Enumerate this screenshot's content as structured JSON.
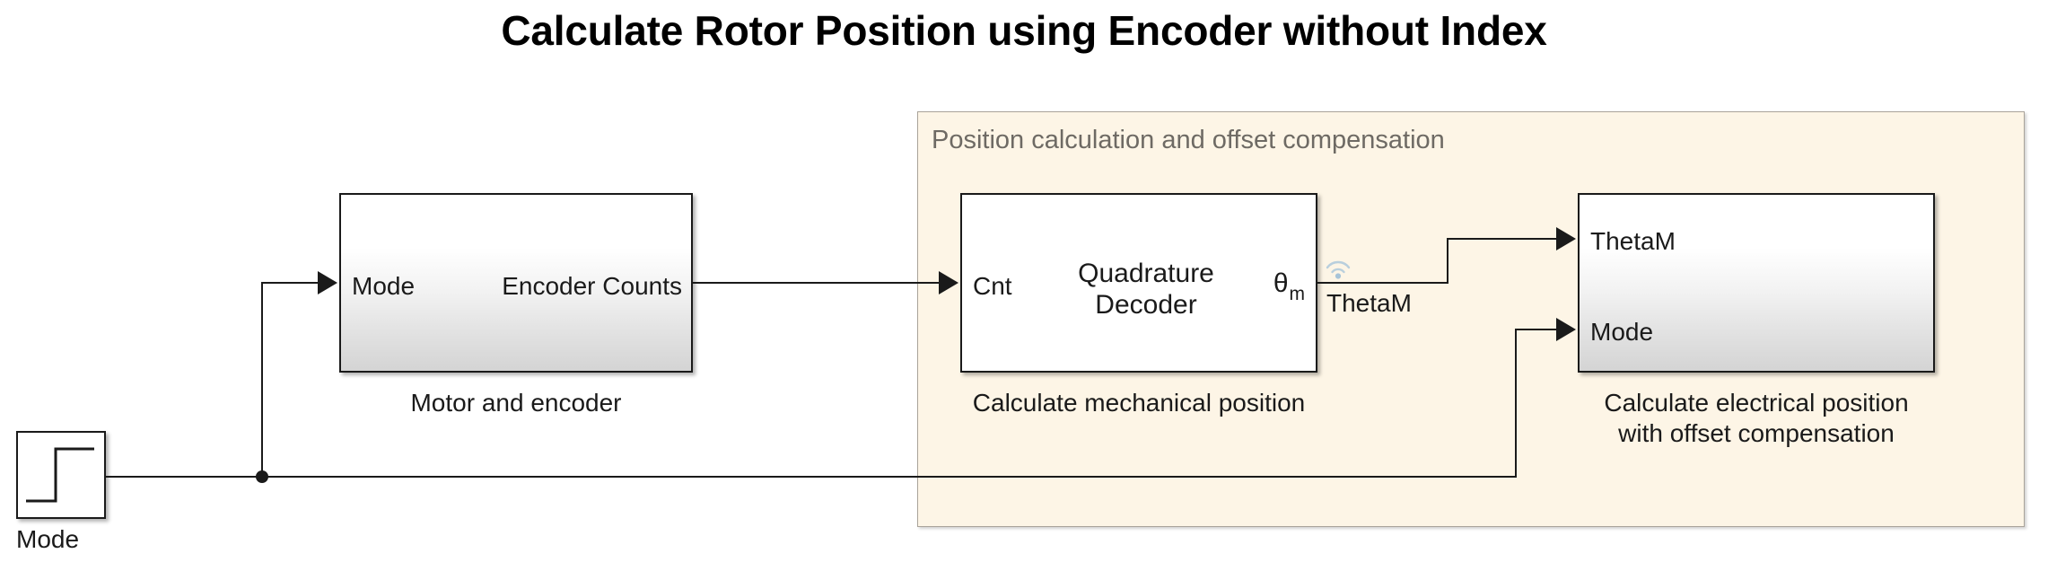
{
  "title": "Calculate Rotor Position using Encoder without Index",
  "colors": {
    "area_background": "#fdf5e6",
    "area_border": "#a9a39a",
    "area_label_text": "#6e6a64",
    "block_border": "#1a1a1a",
    "wire": "#1a1a1a",
    "logging_icon": "#a8c4d8",
    "canvas_background": "#ffffff"
  },
  "area": {
    "label": "Position calculation and offset compensation"
  },
  "source": {
    "name": "step-source",
    "caption": "Mode",
    "icon": "step-signal-icon"
  },
  "blocks": [
    {
      "id": "motor-and-encoder",
      "caption": "Motor and encoder",
      "body": "",
      "inputs": [
        "Mode"
      ],
      "outputs": [
        "Encoder Counts"
      ],
      "style": "gradient"
    },
    {
      "id": "quadrature-decoder",
      "caption": "Calculate mechanical position",
      "body": "Quadrature\nDecoder",
      "inputs": [
        "Cnt"
      ],
      "outputs": [
        "theta_m"
      ],
      "output_symbol": "θ",
      "output_subscript": "m",
      "style": "plain"
    },
    {
      "id": "electrical-position",
      "caption": "Calculate electrical position\nwith offset compensation",
      "body": "",
      "inputs": [
        "ThetaM",
        "Mode"
      ],
      "outputs": [],
      "style": "gradient"
    }
  ],
  "signals": [
    {
      "id": "encoder-counts-signal",
      "label": ""
    },
    {
      "id": "theta-m-signal",
      "label": "ThetaM"
    },
    {
      "id": "mode-signal",
      "label": ""
    }
  ]
}
